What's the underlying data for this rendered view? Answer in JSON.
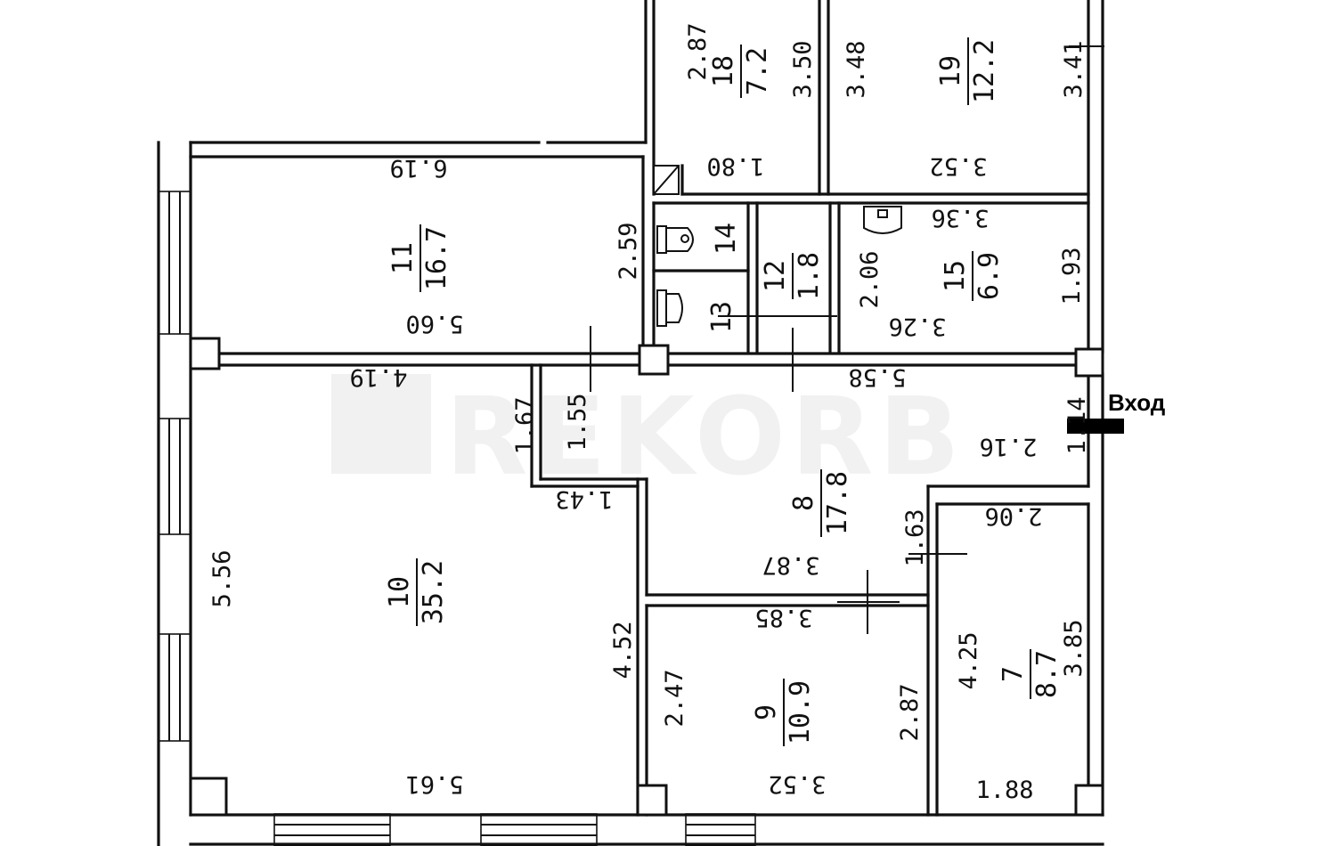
{
  "watermark": "REKORB",
  "entrance_label": "Вход",
  "rooms": [
    {
      "num": "18",
      "area": "7.2"
    },
    {
      "num": "19",
      "area": "12.2"
    },
    {
      "num": "11",
      "area": "16.7"
    },
    {
      "num": "14",
      "area": ""
    },
    {
      "num": "13",
      "area": ""
    },
    {
      "num": "12",
      "area": "1.8"
    },
    {
      "num": "15",
      "area": "6.9"
    },
    {
      "num": "10",
      "area": "35.2"
    },
    {
      "num": "8",
      "area": "17.8"
    },
    {
      "num": "9",
      "area": "10.9"
    },
    {
      "num": "7",
      "area": "8.7"
    }
  ],
  "dimensions": {
    "d_2_87_top": "2.87",
    "d_3_50": "3.50",
    "d_1_80": "1.80",
    "d_3_48": "3.48",
    "d_3_41": "3.41",
    "d_3_52_top": "3.52",
    "d_6_19": "6.19",
    "d_2_59": "2.59",
    "d_5_60": "5.60",
    "d_2_06_15": "2.06",
    "d_3_36": "3.36",
    "d_1_93": "1.93",
    "d_3_26": "3.26",
    "d_4_19": "4.19",
    "d_5_58": "5.58",
    "d_1_67": "1.67",
    "d_1_55": "1.55",
    "d_1_14": "1.14",
    "d_2_16": "2.16",
    "d_1_43": "1.43",
    "d_5_56": "5.56",
    "d_2_06_7": "2.06",
    "d_1_63": "1.63",
    "d_3_87": "3.87",
    "d_3_85_9": "3.85",
    "d_4_52": "4.52",
    "d_2_47": "2.47",
    "d_2_87_9": "2.87",
    "d_4_25": "4.25",
    "d_3_85_7": "3.85",
    "d_5_61": "5.61",
    "d_3_52_9": "3.52",
    "d_1_88": "1.88"
  }
}
